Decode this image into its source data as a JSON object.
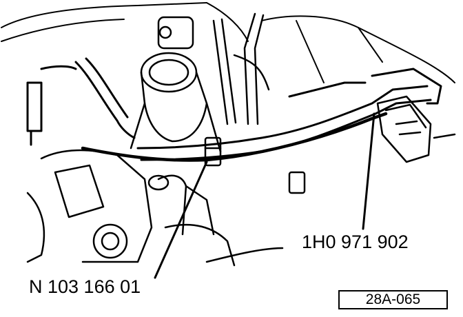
{
  "callouts": {
    "part_1": "1H0 971 902",
    "part_2": "N 103 166 01"
  },
  "figure_id": "28A-065",
  "colors": {
    "ink": "#000000",
    "paper": "#ffffff"
  }
}
